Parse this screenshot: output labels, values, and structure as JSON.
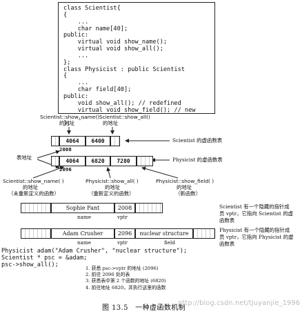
{
  "code_top": [
    "class Scientist{",
    "{",
    "    ...",
    "    char name[40];",
    "public:",
    "    virtual void show_name();",
    "    virtual void show_all();",
    "    ...",
    "};",
    "class Physicist : public Scientist",
    "{",
    "    ...",
    "    char field[40];",
    "public:",
    "    void show_all(); // redefined",
    "    virtual void show_field(); // new",
    "    ...",
    "};"
  ],
  "vtable1": {
    "label_name_top": "Scientist::show_name()",
    "label_name_bottom": "的地址",
    "label_all_top": "Scientist::show_all()",
    "label_all_bottom": "的地址",
    "cells": [
      "4064",
      "6400"
    ],
    "desc": "Scientist 的虚函数表",
    "address": "2008"
  },
  "table_address_label": "表地址",
  "vtable2": {
    "cells": [
      "4064",
      "6820",
      "7280"
    ],
    "desc": "Physicist 的虚函数表",
    "address": "2096"
  },
  "annotations": {
    "sci_name": [
      "Scientist::show_name( )",
      "的地址",
      "（未重新定义的函数）"
    ],
    "phys_all": [
      "Physicist::show_all( )",
      "的地址",
      "（重新定义的函数）"
    ],
    "phys_field": [
      "Physicist::show_field( )",
      "的地址",
      "（新函数）"
    ]
  },
  "object1": {
    "name_value": "Sophie Fant",
    "vptr_value": "2008",
    "labels": [
      "name",
      "vptr"
    ],
    "note": [
      "Scientist 有一个隐藏的指针成",
      "员 vptr，它指向 Scientist 的虚",
      "函数表"
    ]
  },
  "object2": {
    "name_value": "Adam Crusher",
    "vptr_value": "2096",
    "field_value": "nuclear structure",
    "labels": [
      "name",
      "vptr",
      "field"
    ],
    "note": [
      "Physicist 有一个隐藏的指针成",
      "员 vptr，它指向 Physicist 的虚",
      "函数表"
    ]
  },
  "code_bottom": [
    "Physicist adam(\"Adam Crusher\", \"nuclear structure\");",
    "Scientist * psc = &adam;",
    "psc->show_all();"
  ],
  "steps": [
    "1. 获悉 psc->vptr 的地址 (2096)",
    "2. 前往 2096 处的表",
    "3. 获悉表中第 2 个函数的地址 (6820)",
    "4. 前往地址 6820，并执行这里的函数"
  ],
  "caption": "图 13.5　一种虚函数机制",
  "watermark": "nttp://blog.csdn.net/tjuyanjie_1996"
}
